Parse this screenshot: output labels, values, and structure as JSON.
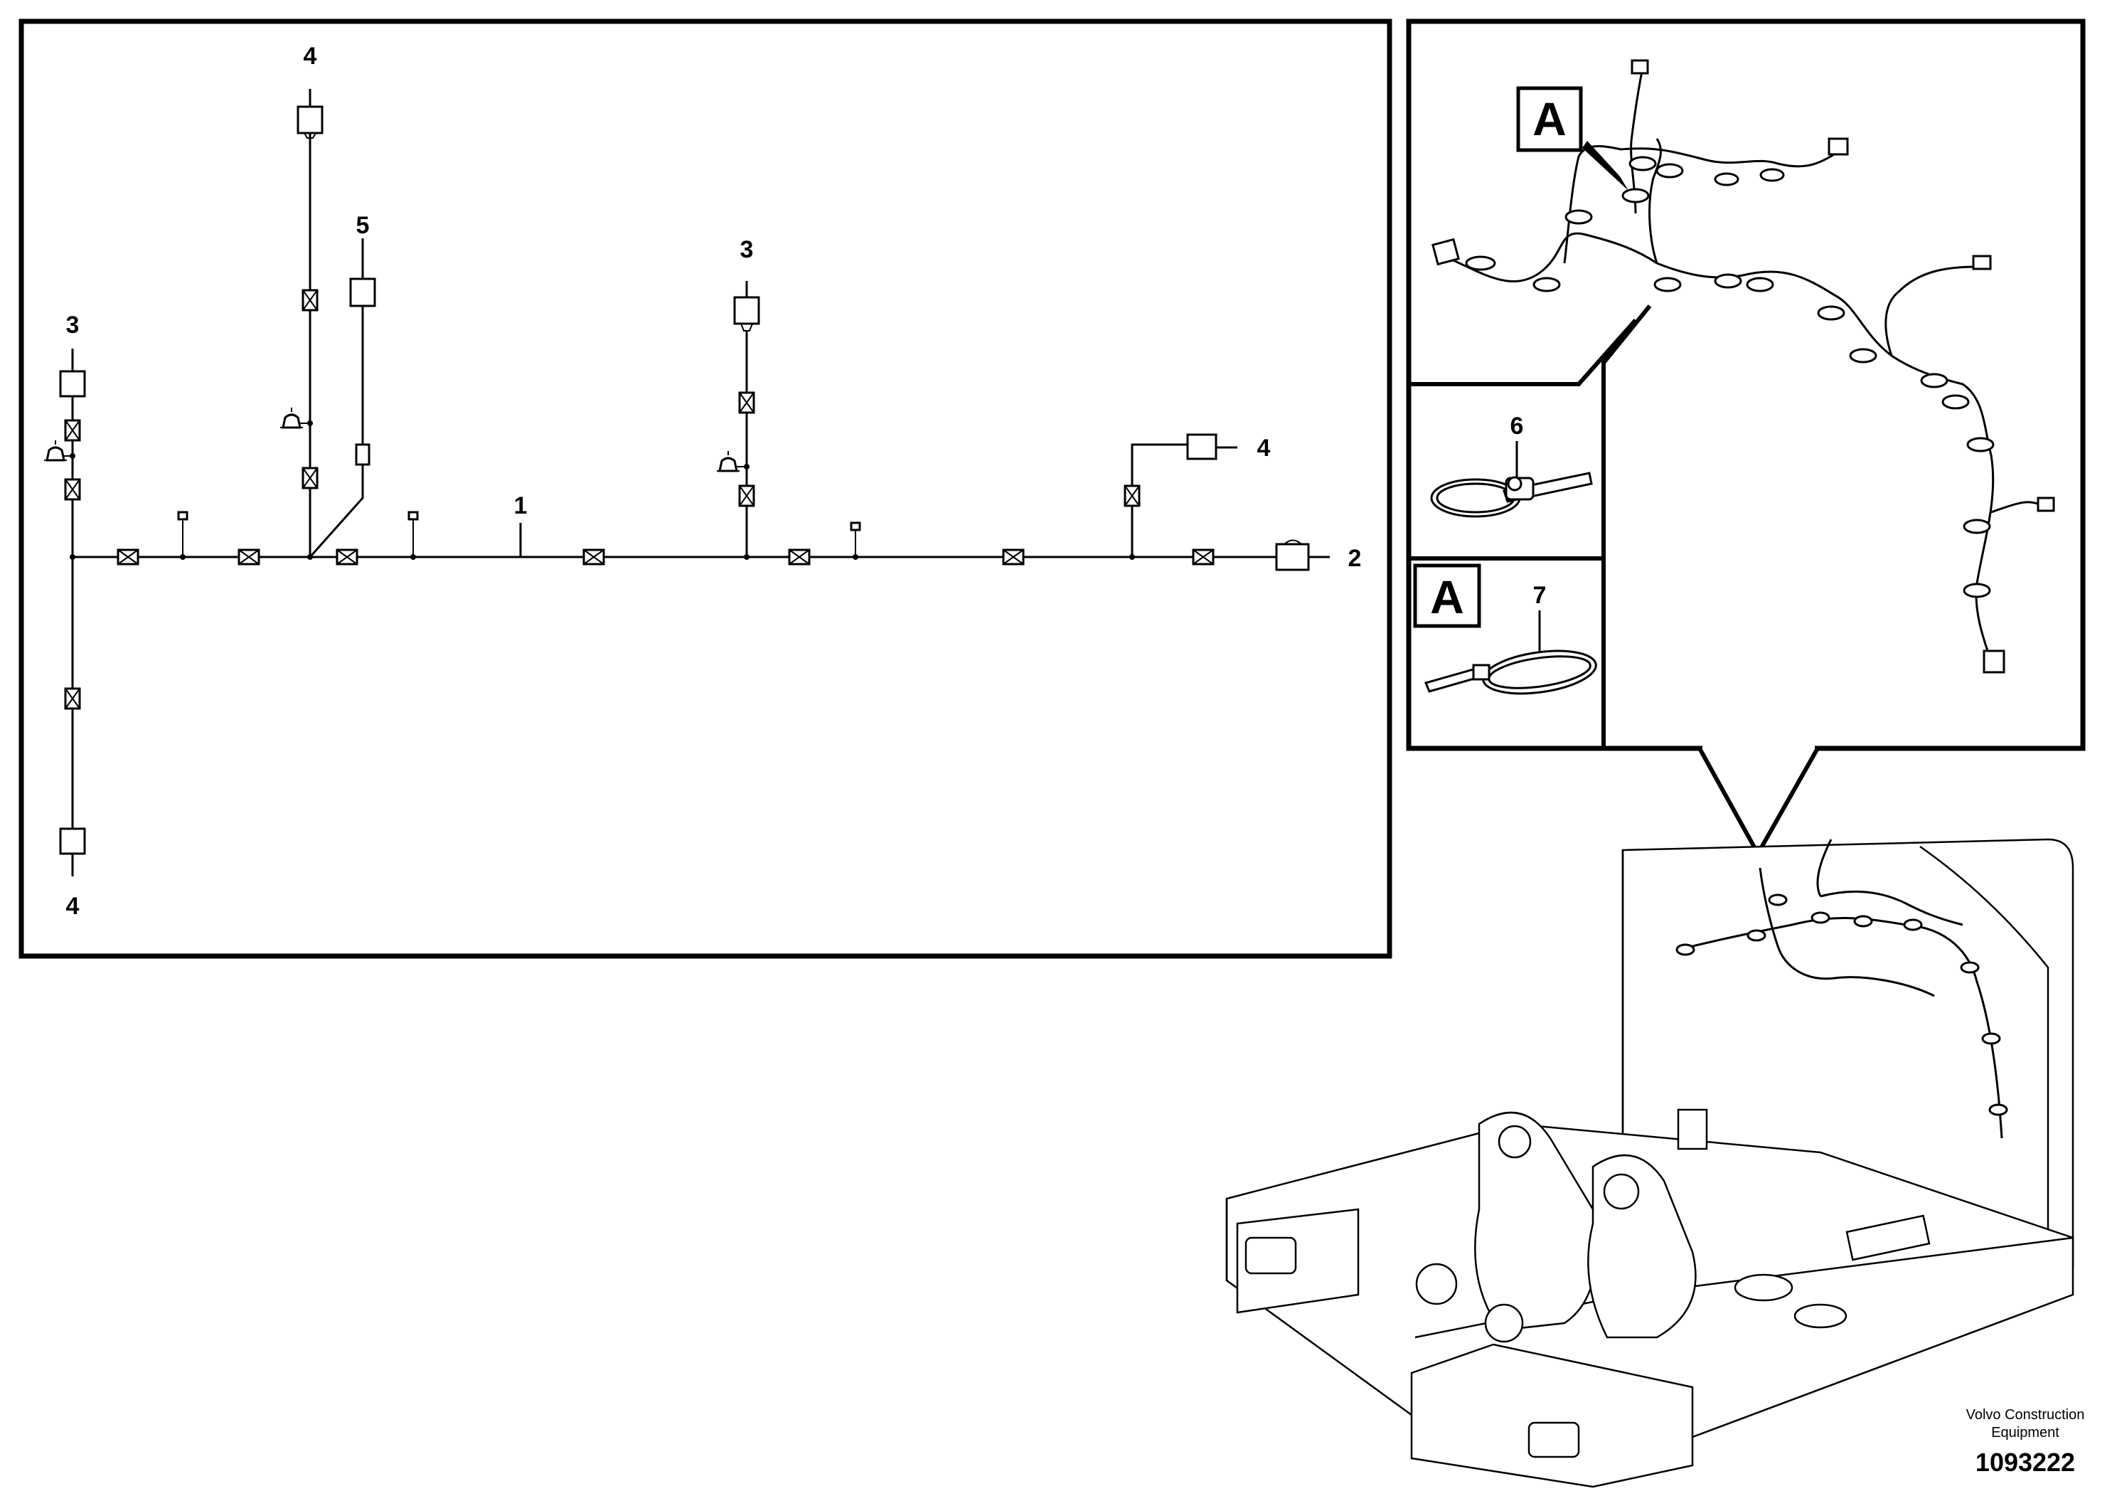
{
  "diagram": {
    "callouts": {
      "c1": "1",
      "c2": "2",
      "c3_left": "3",
      "c3_mid": "3",
      "c4_top": "4",
      "c4_bottom": "4",
      "c4_right": "4",
      "c5": "5",
      "c6": "6",
      "c7": "7"
    },
    "detail_letter_top": "A",
    "detail_letter_bottom": "A"
  },
  "footer": {
    "brand_line1": "Volvo Construction",
    "brand_line2": "Equipment",
    "drawing_number": "1093222"
  }
}
